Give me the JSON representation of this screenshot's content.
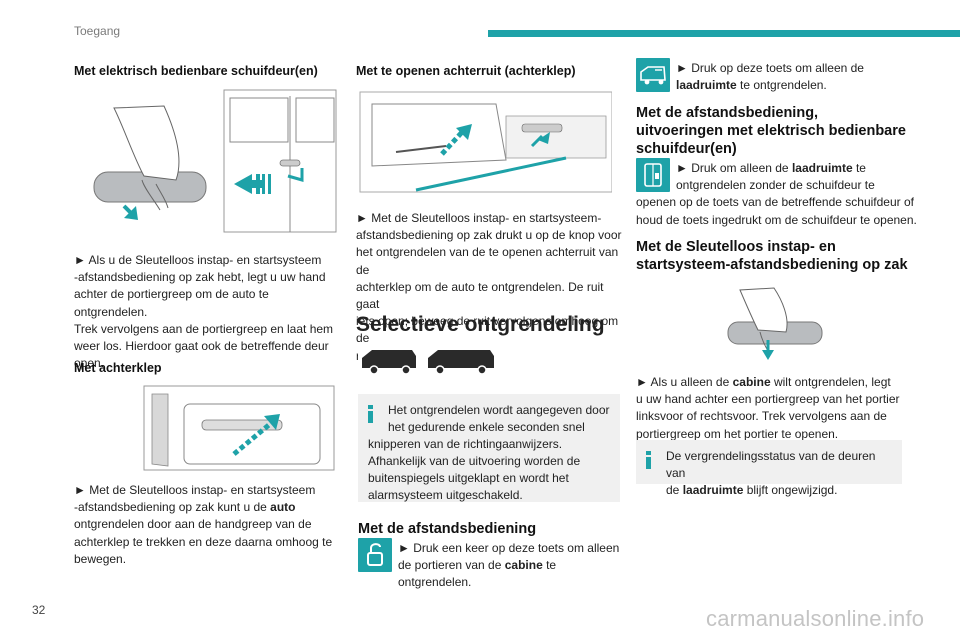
{
  "header": {
    "section": "Toegang",
    "accent": "#1ea2a8"
  },
  "page_number": "32",
  "watermark": "carmanualsonline.info",
  "col1": {
    "h_sliding": "Met elektrisch bedienbare schuifdeur(en)",
    "p_sliding": [
      "► Als u de Sleutelloos instap- en startsysteem",
      "-afstandsbediening op zak hebt, legt u uw hand",
      "achter de portiergreep om de auto te ontgrendelen.",
      "Trek vervolgens aan de portiergreep en laat hem",
      "weer los. Hierdoor gaat ook de betreffende deur",
      "open."
    ],
    "h_tailgate": "Met achterklep",
    "p_tailgate_1": "► Met de Sleutelloos instap- en startsysteem",
    "p_tailgate_2a": "-afstandsbediening op zak kunt u de ",
    "p_tailgate_2b": "auto",
    "p_tailgate_rest": [
      "ontgrendelen door aan de handgreep van de",
      "achterklep te trekken en deze daarna omhoog te",
      "bewegen."
    ]
  },
  "col2": {
    "h_window": "Met te openen achterruit (achterklep)",
    "p_window": [
      "► Met de Sleutelloos instap- en startsysteem-",
      "afstandsbediening op zak drukt u op de knop voor",
      "het ontgrendelen van de te openen achterruit van de",
      "achterklep om de auto te ontgrendelen. De ruit gaat",
      "iets open; beweeg de ruit vervolgens omhoog om de",
      "ruit te openen."
    ],
    "h_selective": "Selectieve ontgrendeling",
    "note": [
      "Het ontgrendelen wordt aangegeven door",
      "het gedurende enkele seconden snel",
      "knipperen van de richtingaanwijzers.",
      "Afhankelijk van de uitvoering worden de",
      "buitenspiegels uitgeklapt en wordt het",
      "alarmsysteem uitgeschakeld."
    ],
    "h_remote": "Met de afstandsbediening",
    "p_remote_1": "► Druk een keer op deze toets om alleen",
    "p_remote_2a": "de portieren van de ",
    "p_remote_2b": "cabine",
    "p_remote_2c": " te ontgrendelen."
  },
  "col3": {
    "p_cargo_1": "► Druk op deze toets om alleen de",
    "p_cargo_2a": "laadruimte",
    "p_cargo_2b": " te ontgrendelen.",
    "h_remote_sliding": [
      "Met de afstandsbediening,",
      "uitvoeringen met elektrisch bedienbare",
      "schuifdeur(en)"
    ],
    "p_rs_1a": "► Druk om alleen de ",
    "p_rs_1b": "laadruimte",
    "p_rs_1c": " te",
    "p_rs_rest": [
      "ontgrendelen zonder de schuifdeur te",
      "openen op de toets van de betreffende schuifdeur of",
      "houd de toets ingedrukt om de schuifdeur te openen."
    ],
    "h_keyless": [
      "Met de  Sleutelloos instap- en",
      "startsysteem-afstandsbediening op zak"
    ],
    "p_cab_1a": "► Als u alleen de ",
    "p_cab_1b": "cabine",
    "p_cab_1c": " wilt ontgrendelen, legt",
    "p_cab_rest": [
      "u uw hand achter een portiergreep van het portier",
      "linksvoor of rechtsvoor. Trek vervolgens aan de",
      "portiergreep om het portier te openen."
    ],
    "note_1": "De vergrendelingsstatus van de deuren van",
    "note_2a": "de ",
    "note_2b": "laadruimte",
    "note_2c": " blijft ongewijzigd."
  }
}
